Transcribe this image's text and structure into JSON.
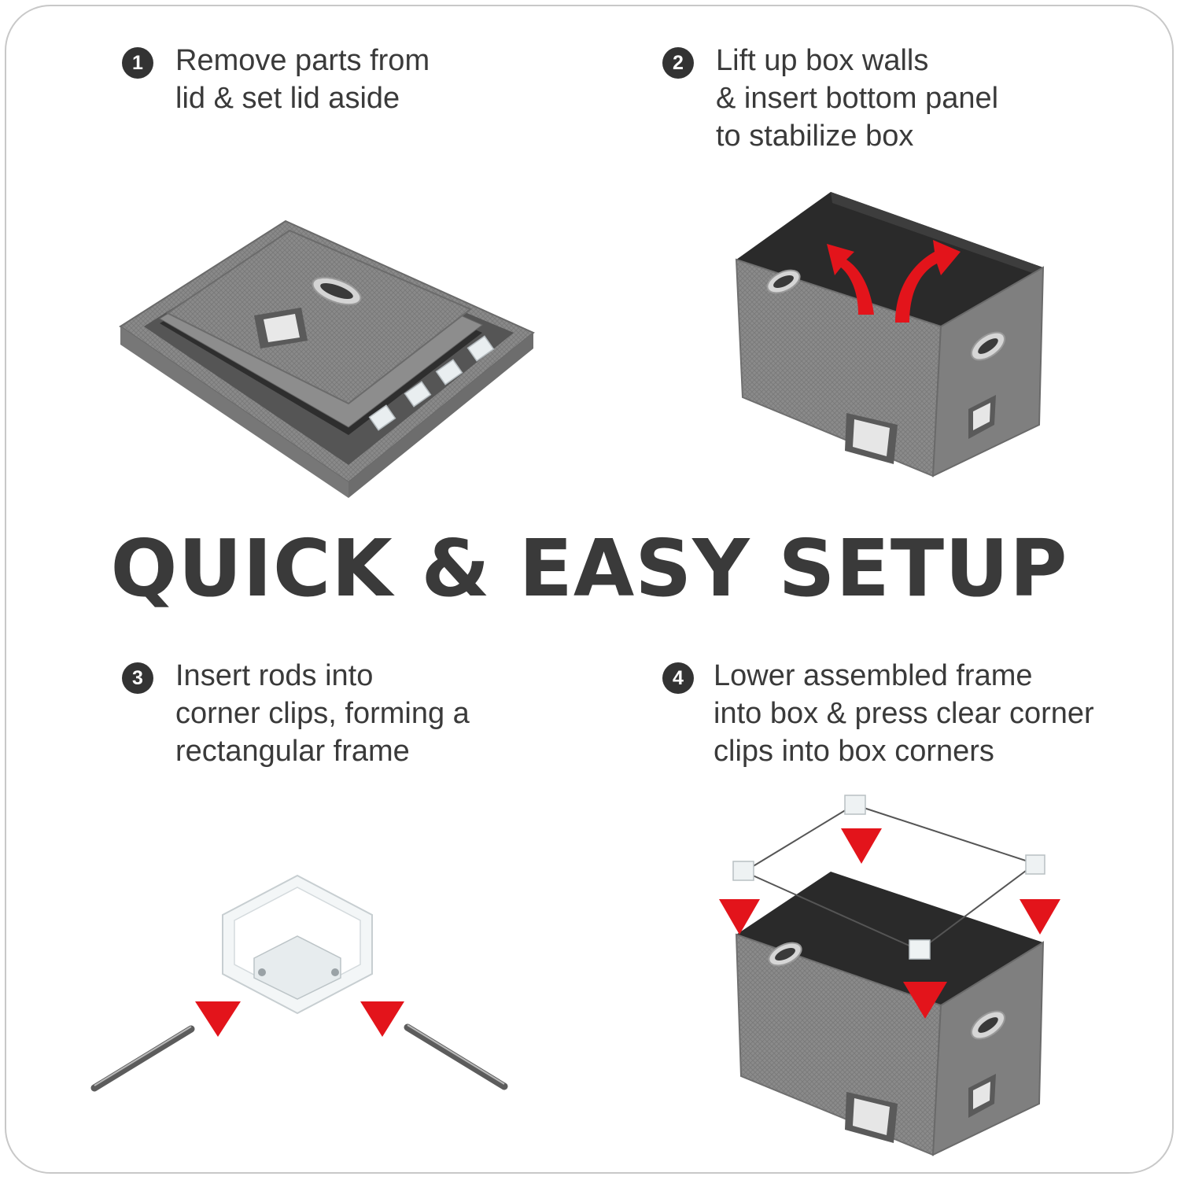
{
  "headline": "QUICK & EASY SETUP",
  "steps": [
    {
      "number": "1",
      "lines": [
        "Remove parts from",
        "lid & set lid aside"
      ]
    },
    {
      "number": "2",
      "lines": [
        "Lift up box walls",
        "& insert bottom panel",
        "to stabilize box"
      ]
    },
    {
      "number": "3",
      "lines": [
        "Insert rods into",
        "corner clips, forming a",
        "rectangular frame"
      ]
    },
    {
      "number": "4",
      "lines": [
        "Lower assembled frame",
        "into box & press clear corner",
        "clips into box corners"
      ]
    }
  ],
  "colors": {
    "text": "#3a3a3a",
    "fabric": "#8c8c8c",
    "fabric_dark": "#6e6e6e",
    "interior": "#2b2b2b",
    "arrow_red": "#e3141b"
  }
}
